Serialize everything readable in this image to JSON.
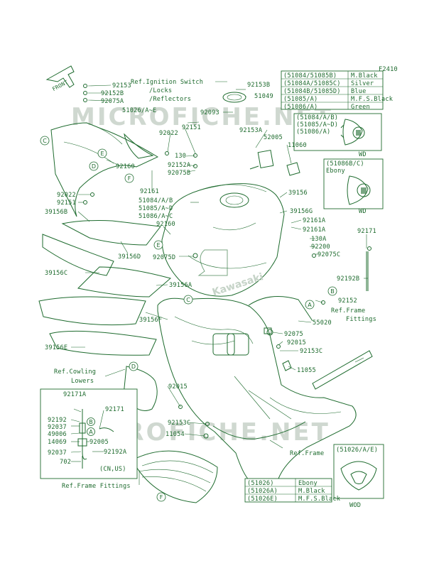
{
  "figure_code": "F2410",
  "watermark": "MICROFICHE.NET",
  "brand": "Kawasaki",
  "front_arrow": "FRONT",
  "color_table_top": [
    {
      "part": "(51084/51085B)",
      "color": "M.Black"
    },
    {
      "part": "(51084A/51085C)",
      "color": "Silver"
    },
    {
      "part": "(51084B/51085D)",
      "color": "Blue"
    },
    {
      "part": "(51085/A)",
      "color": "M.F.S.Black"
    },
    {
      "part": "(51086/A)",
      "color": "Green"
    }
  ],
  "inset_wd": {
    "header": [
      "(51084/A/B)",
      "(51085/A~D)",
      "(51086/A)"
    ],
    "tag": "WD"
  },
  "inset_ebony": {
    "header": [
      "(51086B/C)",
      "Ebony"
    ],
    "tag": "WD"
  },
  "inset_wod": {
    "header": "(51026/A/E)",
    "tag": "WOD"
  },
  "color_table_bottom": [
    {
      "part": "(51026)",
      "color": "Ebony"
    },
    {
      "part": "(51026A)",
      "color": "M.Black"
    },
    {
      "part": "(51026E)",
      "color": "M.F.S.Black"
    }
  ],
  "callouts": {
    "a": "92153",
    "b": "92152B",
    "c": "92075A",
    "d": "51026/A~E",
    "e": "Ref.Ignition Switch",
    "f": "/Locks",
    "g": "/Reflectors",
    "h": "92153B",
    "i": "51049",
    "j": "92093",
    "k": "92022",
    "l": "92151",
    "m": "130",
    "n": "92152A",
    "o": "92075B",
    "p": "92153A",
    "q": "52005",
    "r": "11060",
    "s": "92160",
    "t": "92161",
    "u": "92022",
    "v": "92151",
    "w": "39156B",
    "x": "51084/A/B",
    "y": "51085/A~D",
    "z": "51086/A~C",
    "aa": "92160",
    "ab": "39156D",
    "ac": "92075D",
    "ad": "39156",
    "ae": "39156G",
    "af": "92161A",
    "ag": "92161A",
    "ah": "130A",
    "ai": "92200",
    "aj": "92075C",
    "ak": "92171",
    "al": "92192B",
    "am": "39156C",
    "an": "39156A",
    "ao": "92152",
    "ap": "Ref.Frame",
    "aq": "Fittings",
    "ar": "39156F",
    "as": "55020",
    "at": "92075",
    "au": "39156E",
    "av": "92015",
    "aw": "92153C",
    "ax": "Ref.Cowling",
    "ay": "Lowers",
    "az": "11055",
    "ba": "92015",
    "bb": "92153C",
    "bc": "11054",
    "bd": "Ref.Frame",
    "be": "Ref.Frame Fittings",
    "bf": "92171A",
    "bg": "92171",
    "bh": "92192",
    "bi": "92037",
    "bj": "49006",
    "bk": "14069",
    "bl": "92005",
    "bm": "92037",
    "bn": "92192A",
    "bo": "702",
    "bp": "(CN,US)"
  },
  "circle_marks": {
    "c1": "C",
    "c2": "E",
    "c3": "D",
    "c4": "F",
    "c5": "E",
    "c6": "C",
    "c7": "B",
    "c8": "A",
    "c9": "D",
    "c10": "B",
    "c11": "A",
    "c12": "F"
  }
}
